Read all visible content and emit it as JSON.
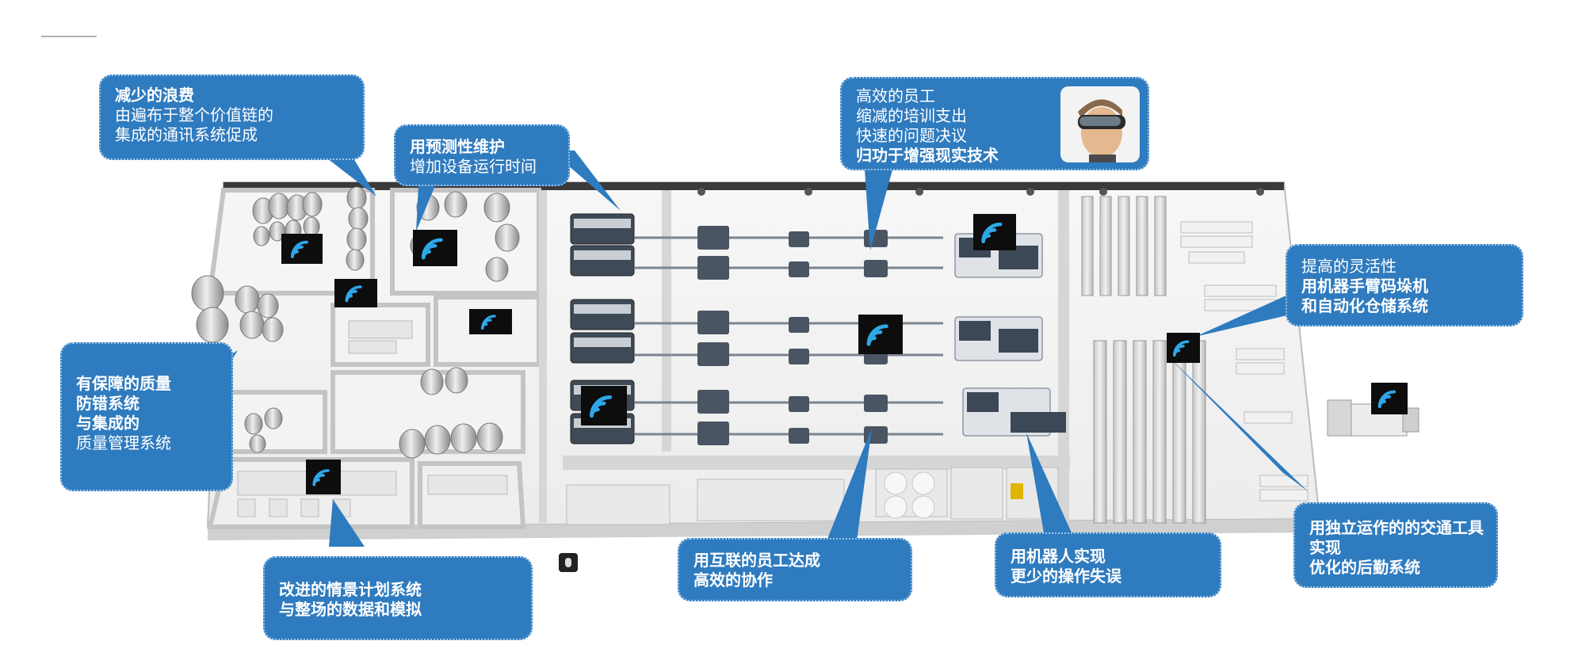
{
  "callouts": {
    "waste": {
      "title": "减少的浪费",
      "lines": [
        "由遍布于整个价值链的",
        "集成的通讯系统促成"
      ]
    },
    "maintenance": {
      "title": "用预测性维护",
      "lines": [
        "增加设备运行时间"
      ]
    },
    "staff": {
      "lines": [
        "高效的员工",
        "缩减的培训支出",
        "快速的问题决议"
      ],
      "bold": "归功于增强现实技术"
    },
    "flexibility": {
      "line1": "提高的灵活性",
      "bold1": "用机器手臂码垛机",
      "bold2": "和自动化仓储系统"
    },
    "quality": {
      "bold1": "有保障的质量",
      "bold2": "防错系统",
      "bold3": "与集成的",
      "line4": "质量管理系统"
    },
    "planning": {
      "bold1": "改进的情景计划系统",
      "bold2": "与整场的数据和模拟"
    },
    "collaboration": {
      "bold1": "用互联的员工达成",
      "bold2": "高效的协作"
    },
    "robots": {
      "bold1": "用机器人实现",
      "bold2": "更少的操作失误"
    },
    "logistics": {
      "bold1": "用独立运作的的交通工具",
      "bold2": "实现",
      "bold3": "优化的后勤系统"
    }
  },
  "icons": {
    "wifi": "wifi-icon",
    "ar_headset": "ar-headset-person-icon",
    "truck": "truck-icon",
    "hand": "hand-cursor-icon"
  },
  "colors": {
    "callout_bg": "#2f7bbf",
    "callout_border": "#9cc6ea",
    "wifi_bg": "#0d0d0d",
    "wifi_signal": "#2ea7e8",
    "floor": "#f2f2f2",
    "wall": "#cfcfcf"
  }
}
